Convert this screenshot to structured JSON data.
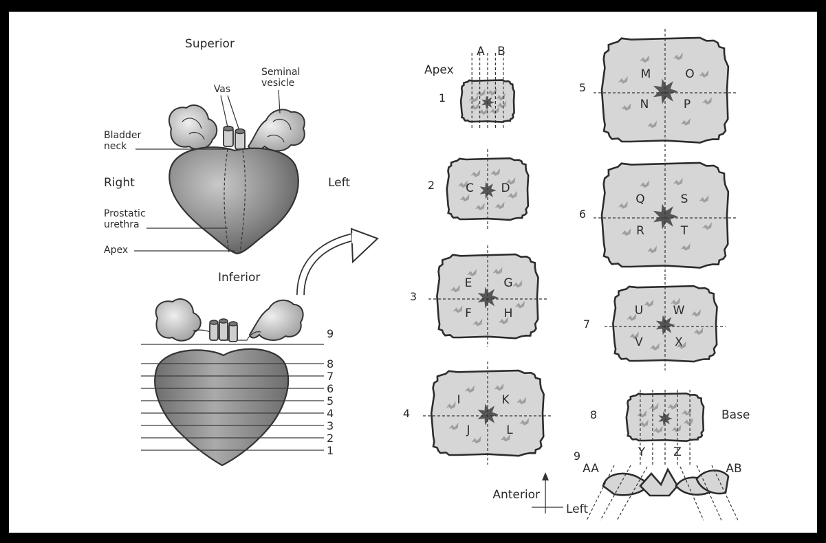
{
  "labels": {
    "superior": "Superior",
    "inferior": "Inferior",
    "right": "Right",
    "left": "Left",
    "vas": "Vas",
    "seminal_vesicle": [
      "Seminal",
      "vesicle"
    ],
    "bladder_neck": [
      "Bladder",
      "neck"
    ],
    "prostatic_urethra": [
      "Prostatic",
      "urethra"
    ],
    "apex_side": "Apex",
    "apex_top": "Apex",
    "base": "Base",
    "anterior": "Anterior",
    "compass_left": "Left"
  },
  "level_lines": [
    "9",
    "8",
    "7",
    "6",
    "5",
    "4",
    "3",
    "2",
    "1"
  ],
  "sections": [
    {
      "number": "1",
      "letters": [
        "A",
        "B"
      ]
    },
    {
      "number": "2",
      "letters": [
        "C",
        "D"
      ]
    },
    {
      "number": "3",
      "letters": [
        "E",
        "G",
        "F",
        "H"
      ]
    },
    {
      "number": "4",
      "letters": [
        "I",
        "K",
        "J",
        "L"
      ]
    },
    {
      "number": "5",
      "letters": [
        "M",
        "O",
        "N",
        "P"
      ]
    },
    {
      "number": "6",
      "letters": [
        "Q",
        "S",
        "R",
        "T"
      ]
    },
    {
      "number": "7",
      "letters": [
        "U",
        "W",
        "V",
        "X"
      ]
    },
    {
      "number": "8",
      "letters": [
        "Y",
        "Z"
      ]
    },
    {
      "number": "9",
      "letters": [
        "AA",
        "AB"
      ]
    }
  ],
  "colors": {
    "frame": "#000000",
    "panel": "#ffffff",
    "section_fill": "#d6d6d6",
    "prostate_dark": "#6b6b6b",
    "prostate_light": "#bdbdbd"
  }
}
